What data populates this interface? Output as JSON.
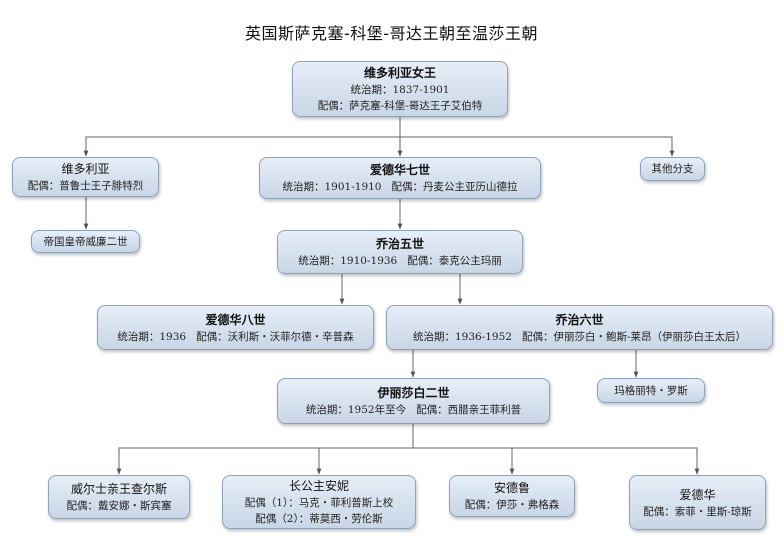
{
  "title": "英国斯萨克塞-科堡-哥达王朝至温莎王朝",
  "nodes": {
    "victoria": {
      "name": "维多利亚女王",
      "reign": "统治期：1837-1901",
      "spouse": "配偶：萨克塞-科堡-哥达王子艾伯特"
    },
    "vicky": {
      "name": "维多利亚",
      "spouse": "配偶：普鲁士王子腓特烈"
    },
    "edward7": {
      "name": "爱德华七世",
      "reign": "统治期：1901-1910",
      "spouse": "配偶：丹麦公主亚历山德拉"
    },
    "other": {
      "name": "其他分支"
    },
    "wilhelm2": {
      "name": "帝国皇帝威廉二世"
    },
    "george5": {
      "name": "乔治五世",
      "reign": "统治期：1910-1936",
      "spouse": "配偶：泰克公主玛丽"
    },
    "edward8": {
      "name": "爱德华八世",
      "reign": "统治期：1936",
      "spouse": "配偶：沃利斯・沃菲尔德・辛普森"
    },
    "george6": {
      "name": "乔治六世",
      "reign": "统治期：1936-1952",
      "spouse": "配偶：伊丽莎白・鲍斯-莱昂（伊丽莎白王太后）"
    },
    "elizabeth2": {
      "name": "伊丽莎白二世",
      "reign": "统治期：1952年至今",
      "spouse": "配偶：西腊亲王菲利普"
    },
    "margaret": {
      "name": "玛格丽特・罗斯"
    },
    "charles": {
      "name": "威尔士亲王查尔斯",
      "spouse": "配偶：戴安娜・斯宾塞"
    },
    "anne": {
      "name": "长公主安妮",
      "spouse1": "配偶（1）：马克・菲利普斯上校",
      "spouse2": "配偶（2）：蒂莫西・劳伦斯"
    },
    "andrew": {
      "name": "安德鲁",
      "spouse": "配偶：伊莎・弗格森"
    },
    "edward": {
      "name": "爱德华",
      "spouse": "配偶：索菲・里斯-琼斯"
    }
  }
}
